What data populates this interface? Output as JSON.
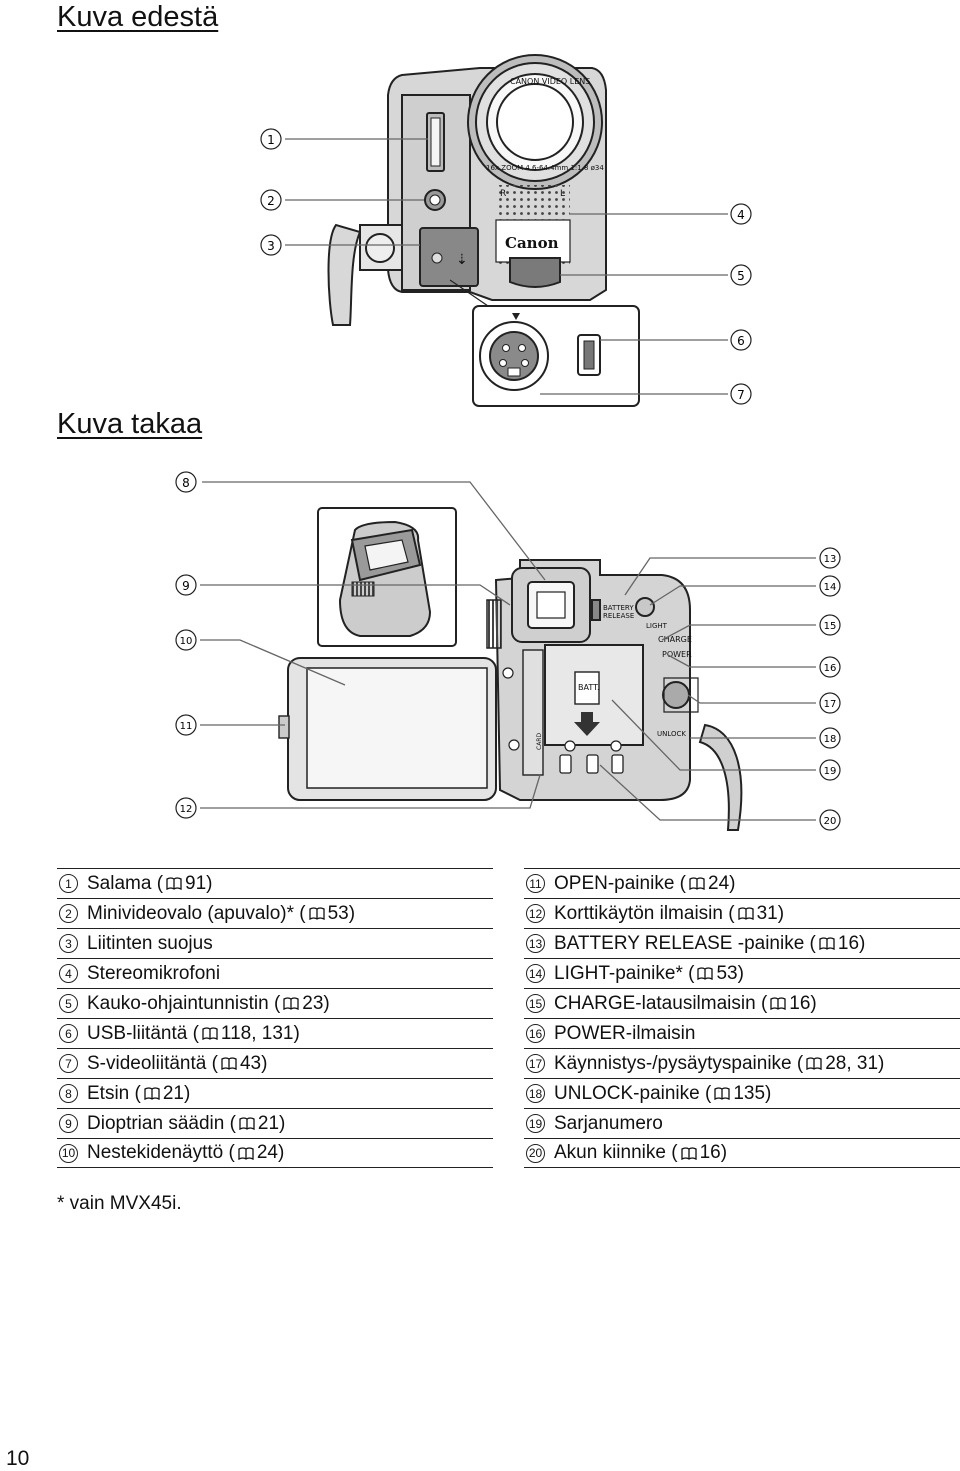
{
  "headings": {
    "front": "Kuva edestä",
    "back": "Kuva takaa"
  },
  "camera_text": {
    "lens_ring": "CANON VIDEO LENS",
    "lens_spec": "16x ZOOM 4.6-64.4mm 1:1.8 ø34",
    "brand": "Canon",
    "mic_left": "R",
    "mic_right": "L",
    "usb_symbol": "⇣",
    "battery_release": [
      "BATTERY",
      "RELEASE"
    ],
    "light": "LIGHT",
    "charge": "CHARGE",
    "power": "POWER",
    "batt": "BATT.",
    "unlock": "UNLOCK",
    "card": "CARD"
  },
  "callouts_front": [
    "1",
    "2",
    "3",
    "4",
    "5",
    "6",
    "7"
  ],
  "callouts_back": [
    "8",
    "9",
    "10",
    "11",
    "12",
    "13",
    "14",
    "15",
    "16",
    "17",
    "18",
    "19",
    "20"
  ],
  "legend_left": [
    {
      "num": "1",
      "text": "Salama (",
      "ref": " 91)"
    },
    {
      "num": "2",
      "text": "Minivideovalo (apuvalo)* (",
      "ref": " 53)"
    },
    {
      "num": "3",
      "text": "Liitinten suojus",
      "ref": ""
    },
    {
      "num": "4",
      "text": "Stereomikrofoni",
      "ref": ""
    },
    {
      "num": "5",
      "text": "Kauko-ohjaintunnistin (",
      "ref": " 23)"
    },
    {
      "num": "6",
      "text": "USB-liitäntä (",
      "ref": " 118, 131)"
    },
    {
      "num": "7",
      "text": "S-videoliitäntä (",
      "ref": " 43)"
    },
    {
      "num": "8",
      "text": "Etsin (",
      "ref": " 21)"
    },
    {
      "num": "9",
      "text": "Dioptrian säädin (",
      "ref": " 21)"
    },
    {
      "num": "10",
      "text": "Nestekidenäyttö (",
      "ref": " 24)"
    }
  ],
  "legend_right": [
    {
      "num": "11",
      "text": "OPEN-painike (",
      "ref": " 24)"
    },
    {
      "num": "12",
      "text": "Korttikäytön ilmaisin (",
      "ref": " 31)"
    },
    {
      "num": "13",
      "text": "BATTERY RELEASE -painike (",
      "ref": " 16)"
    },
    {
      "num": "14",
      "text": "LIGHT-painike* (",
      "ref": " 53)"
    },
    {
      "num": "15",
      "text": "CHARGE-latausilmaisin (",
      "ref": " 16)"
    },
    {
      "num": "16",
      "text": "POWER-ilmaisin",
      "ref": ""
    },
    {
      "num": "17",
      "text": "Käynnistys-/pysäytyspainike (",
      "ref": " 28, 31)"
    },
    {
      "num": "18",
      "text": "UNLOCK-painike (",
      "ref": " 135)"
    },
    {
      "num": "19",
      "text": "Sarjanumero",
      "ref": ""
    },
    {
      "num": "20",
      "text": "Akun kiinnike (",
      "ref": " 16)"
    }
  ],
  "footnote": "* vain MVX45i.",
  "page_number": "10"
}
